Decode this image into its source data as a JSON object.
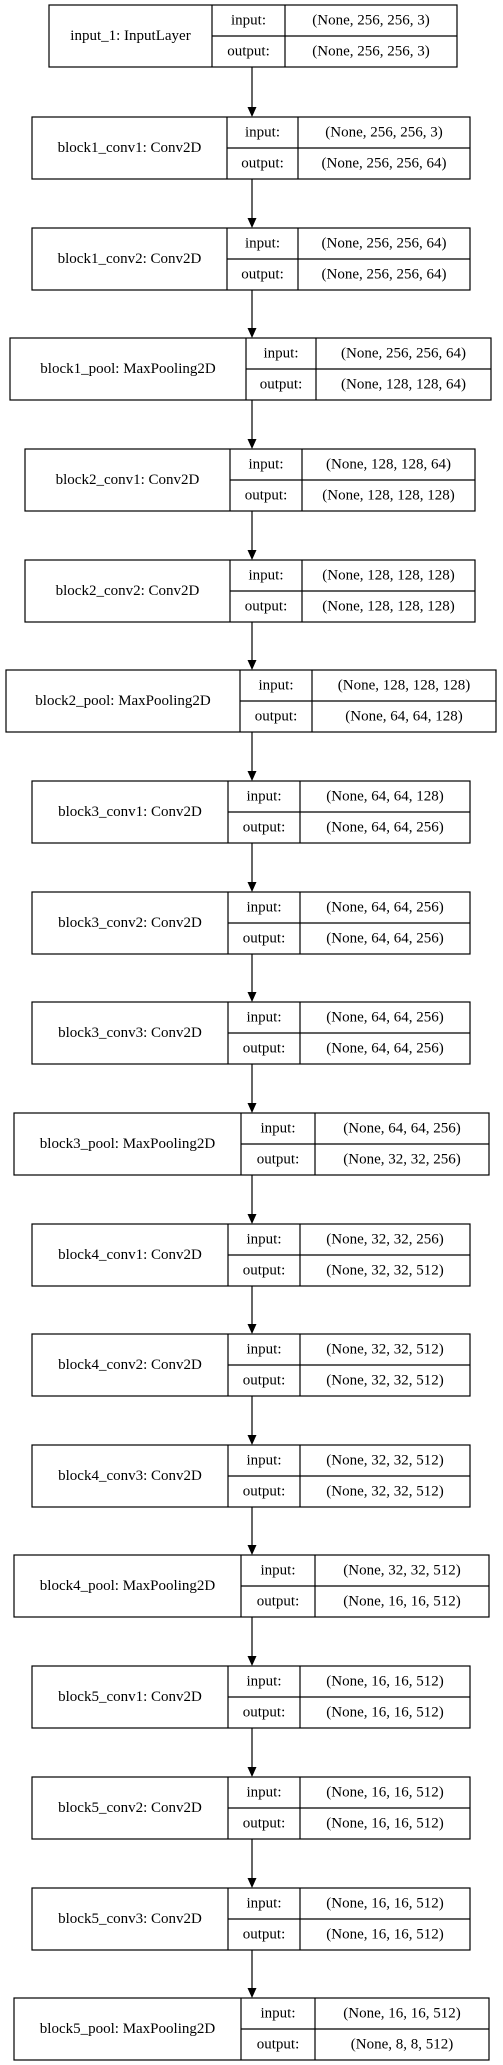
{
  "diagram": {
    "port_labels": {
      "input": "input:",
      "output": "output:"
    },
    "nodes": [
      {
        "name": "input_1: InputLayer",
        "input": "(None, 256, 256, 3)",
        "output": "(None, 256, 256, 3)"
      },
      {
        "name": "block1_conv1: Conv2D",
        "input": "(None, 256, 256, 3)",
        "output": "(None, 256, 256, 64)"
      },
      {
        "name": "block1_conv2: Conv2D",
        "input": "(None, 256, 256, 64)",
        "output": "(None, 256, 256, 64)"
      },
      {
        "name": "block1_pool: MaxPooling2D",
        "input": "(None, 256, 256, 64)",
        "output": "(None, 128, 128, 64)"
      },
      {
        "name": "block2_conv1: Conv2D",
        "input": "(None, 128, 128, 64)",
        "output": "(None, 128, 128, 128)"
      },
      {
        "name": "block2_conv2: Conv2D",
        "input": "(None, 128, 128, 128)",
        "output": "(None, 128, 128, 128)"
      },
      {
        "name": "block2_pool: MaxPooling2D",
        "input": "(None, 128, 128, 128)",
        "output": "(None, 64, 64, 128)"
      },
      {
        "name": "block3_conv1: Conv2D",
        "input": "(None, 64, 64, 128)",
        "output": "(None, 64, 64, 256)"
      },
      {
        "name": "block3_conv2: Conv2D",
        "input": "(None, 64, 64, 256)",
        "output": "(None, 64, 64, 256)"
      },
      {
        "name": "block3_conv3: Conv2D",
        "input": "(None, 64, 64, 256)",
        "output": "(None, 64, 64, 256)"
      },
      {
        "name": "block3_pool: MaxPooling2D",
        "input": "(None, 64, 64, 256)",
        "output": "(None, 32, 32, 256)"
      },
      {
        "name": "block4_conv1: Conv2D",
        "input": "(None, 32, 32, 256)",
        "output": "(None, 32, 32, 512)"
      },
      {
        "name": "block4_conv2: Conv2D",
        "input": "(None, 32, 32, 512)",
        "output": "(None, 32, 32, 512)"
      },
      {
        "name": "block4_conv3: Conv2D",
        "input": "(None, 32, 32, 512)",
        "output": "(None, 32, 32, 512)"
      },
      {
        "name": "block4_pool: MaxPooling2D",
        "input": "(None, 32, 32, 512)",
        "output": "(None, 16, 16, 512)"
      },
      {
        "name": "block5_conv1: Conv2D",
        "input": "(None, 16, 16, 512)",
        "output": "(None, 16, 16, 512)"
      },
      {
        "name": "block5_conv2: Conv2D",
        "input": "(None, 16, 16, 512)",
        "output": "(None, 16, 16, 512)"
      },
      {
        "name": "block5_conv3: Conv2D",
        "input": "(None, 16, 16, 512)",
        "output": "(None, 16, 16, 512)"
      },
      {
        "name": "block5_pool: MaxPooling2D",
        "input": "(None, 16, 16, 512)",
        "output": "(None, 8, 8, 512)"
      }
    ]
  }
}
